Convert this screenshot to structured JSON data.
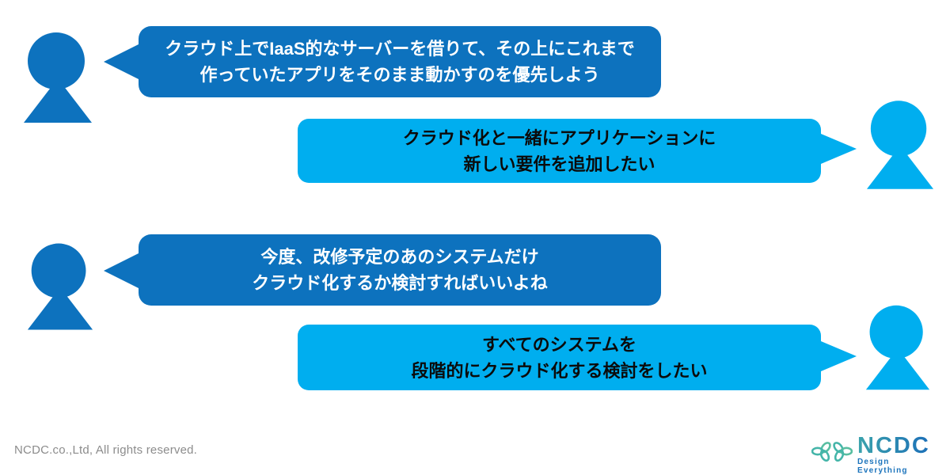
{
  "palette": {
    "dark_blue": "#0D72BE",
    "light_blue": "#00AEEF",
    "text_on_dark": "#FFFFFF",
    "text_on_light": "#0B0B0B",
    "footer_gray": "#8C8C8C",
    "logo_teal": "#45B5A9",
    "logo_teal2": "#58BEA1",
    "logo_blue": "#1C74BC",
    "logo_word_start": "#3BA3AC",
    "logo_word_end": "#1C6FB8"
  },
  "conversation": [
    {
      "speaker": "person-left",
      "bubble_style": "dark",
      "lines": [
        "クラウド上でIaaS的なサーバーを借りて、その上にこれまで",
        "作っていたアプリをそのまま動かすのを優先しよう"
      ]
    },
    {
      "speaker": "person-right",
      "bubble_style": "light",
      "lines": [
        "クラウド化と一緒にアプリケーションに",
        "新しい要件を追加したい"
      ]
    },
    {
      "speaker": "person-left",
      "bubble_style": "dark",
      "lines": [
        "今度、改修予定のあのシステムだけ",
        "クラウド化するか検討すればいいよね"
      ]
    },
    {
      "speaker": "person-right",
      "bubble_style": "light",
      "lines": [
        "すべてのシステムを",
        "段階的にクラウド化する検討をしたい"
      ]
    }
  ],
  "footer": {
    "copyright": "NCDC.co.,Ltd, All rights reserved."
  },
  "logo": {
    "wordmark": "NCDC",
    "tagline": "Design Everything"
  }
}
